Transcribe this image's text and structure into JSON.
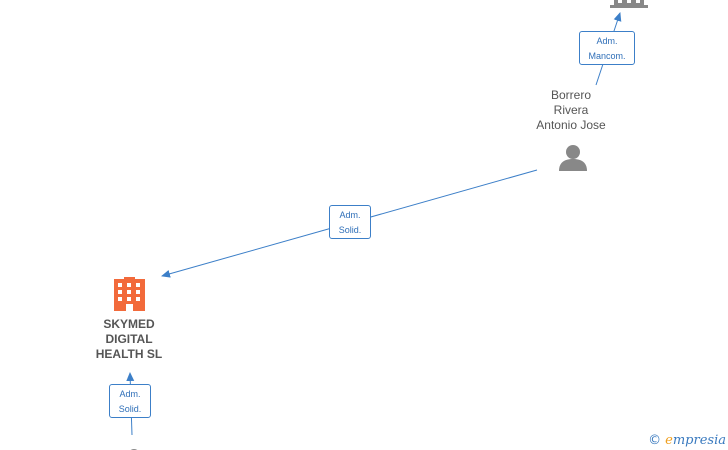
{
  "nodes": {
    "person": {
      "name": "Borrero\nRivera\nAntonio Jose",
      "icon": "person-icon",
      "color": "#888888"
    },
    "company": {
      "name": "SKYMED\nDIGITAL\nHEALTH  SL",
      "icon": "building-icon",
      "color": "#f26a3b"
    },
    "top_company": {
      "icon": "building-icon",
      "color": "#888888"
    },
    "bottom_person": {
      "icon": "person-icon",
      "color": "#888888"
    }
  },
  "edges": {
    "person_to_top": "Adm.\nMancom.",
    "person_to_company": "Adm.\nSolid.",
    "bottom_to_company": "Adm.\nSolid."
  },
  "colors": {
    "edge": "#3c7fc8",
    "accent": "#f0a020"
  },
  "watermark": {
    "symbol": "©",
    "brand_e": "e",
    "brand_rest": "mpresia"
  }
}
